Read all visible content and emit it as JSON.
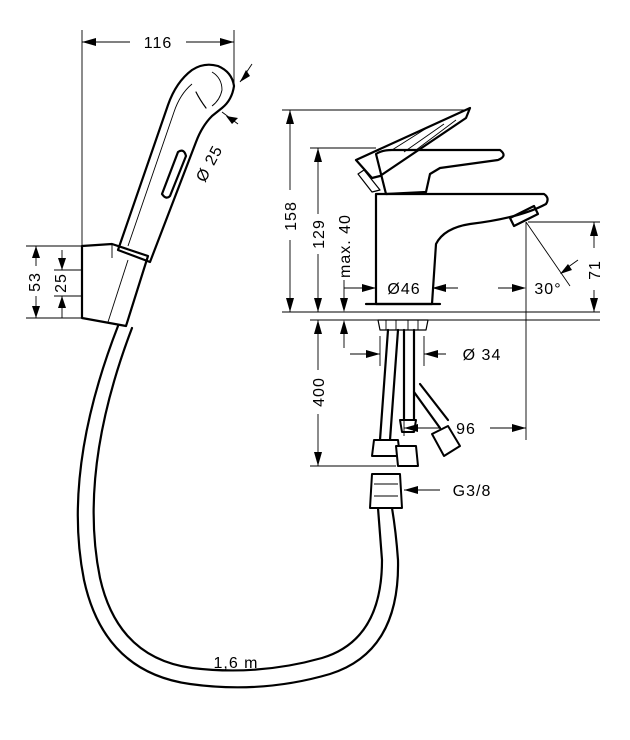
{
  "dimensions": {
    "hand_shower_width": "116",
    "spray_diameter": "Ø 25",
    "holder_height_total": "53",
    "holder_height_inner": "25",
    "mixer_height": "158",
    "spout_height": "129",
    "max_deck_thickness": "max. 40",
    "body_diameter": "Ø46",
    "spout_outlet_height": "71",
    "spout_angle": "30°",
    "shank_diameter": "Ø 34",
    "supply_hose_length": "400",
    "spout_projection": "96",
    "connection_thread": "G3/8",
    "hose_length": "1,6 m"
  }
}
